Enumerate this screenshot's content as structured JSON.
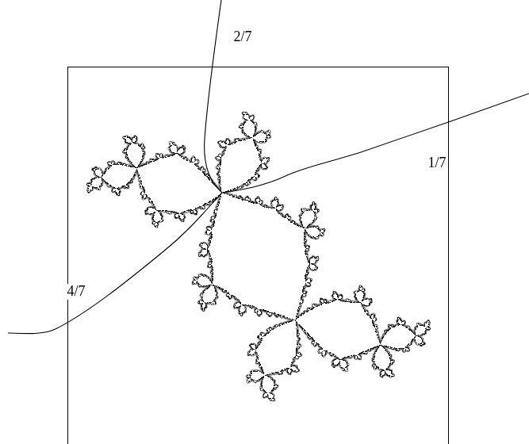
{
  "diagram": {
    "labels": [
      "2/7",
      "1/7",
      "4/7"
    ]
  }
}
